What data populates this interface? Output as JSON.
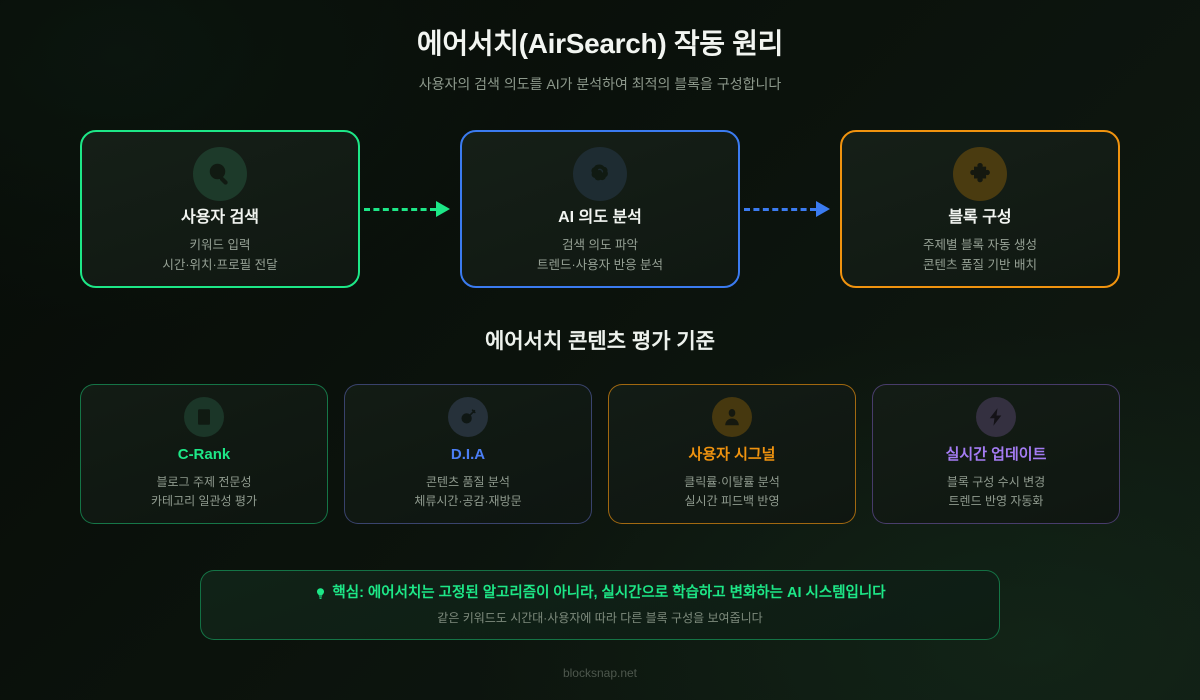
{
  "header": {
    "title": "에어서치(AirSearch) 작동 원리",
    "subtitle": "사용자의 검색 의도를 AI가 분석하여 최적의 블록을 구성합니다"
  },
  "flow": {
    "steps": [
      {
        "icon": "magnifier-icon",
        "title": "사용자 검색",
        "line1": "키워드 입력",
        "line2": "시간·위치·프로필 전달",
        "color": "#1de787"
      },
      {
        "icon": "brain-icon",
        "title": "AI 의도 분석",
        "line1": "검색 의도 파악",
        "line2": "트렌드·사용자 반응 분석",
        "color": "#3b7bf0"
      },
      {
        "icon": "puzzle-icon",
        "title": "블록 구성",
        "line1": "주제별 블록 자동 생성",
        "line2": "콘텐츠 품질 기반 배치",
        "color": "#f0930f"
      }
    ],
    "arrows": [
      {
        "name": "arrow-search-to-analysis",
        "color": "#1de787"
      },
      {
        "name": "arrow-analysis-to-blocks",
        "color": "#3b7bf0"
      }
    ]
  },
  "criteria_section": {
    "heading": "에어서치 콘텐츠 평가 기준",
    "cards": [
      {
        "icon": "book-icon",
        "title": "C-Rank",
        "line1": "블로그 주제 전문성",
        "line2": "카테고리 일관성 평가",
        "color": "#1de787"
      },
      {
        "icon": "dart-icon",
        "title": "D.I.A",
        "line1": "콘텐츠 품질 분석",
        "line2": "체류시간·공감·재방문",
        "color": "#4b7ef5"
      },
      {
        "icon": "user-icon",
        "title": "사용자 시그널",
        "line1": "클릭률·이탈률 분석",
        "line2": "실시간 피드백 반영",
        "color": "#f0930f"
      },
      {
        "icon": "lightning-icon",
        "title": "실시간 업데이트",
        "line1": "블록 구성 수시 변경",
        "line2": "트렌드 반영 자동화",
        "color": "#a47cf3"
      }
    ]
  },
  "callout": {
    "icon": "lightbulb-icon",
    "main": "핵심: 에어서치는 고정된 알고리즘이 아니라, 실시간으로 학습하고 변화하는 AI 시스템입니다",
    "sub": "같은 키워드도 시간대·사용자에 따라 다른 블록 구성을 보여줍니다"
  },
  "footer": {
    "text": "blocksnap.net"
  }
}
